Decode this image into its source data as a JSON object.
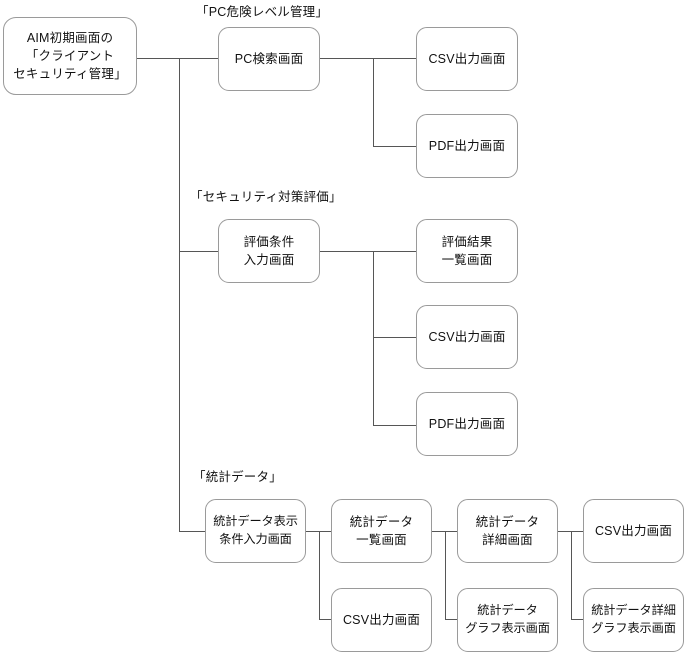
{
  "diagram": {
    "title": "AIM screen transition diagram",
    "line_color": "#565656",
    "box_border_color": "#9a9a9a",
    "background": "#ffffff",
    "root": {
      "label": "AIM初期画面の\n「クライアント\nセキュリティ管理」"
    },
    "sections": [
      {
        "caption": "「PC危険レベル管理」",
        "parent": {
          "label": "PC検索画面"
        },
        "children": [
          {
            "label": "CSV出力画面"
          },
          {
            "label": "PDF出力画面"
          }
        ]
      },
      {
        "caption": "「セキュリティ対策評価」",
        "parent": {
          "label": "評価条件\n入力画面"
        },
        "children": [
          {
            "label": "評価結果\n一覧画面"
          },
          {
            "label": "CSV出力画面"
          },
          {
            "label": "PDF出力画面"
          }
        ]
      },
      {
        "caption": "「統計データ」",
        "parent": {
          "label": "統計データ表示\n条件入力画面"
        },
        "children": [
          {
            "label": "統計データ\n一覧画面"
          },
          {
            "label": "CSV出力画面"
          },
          {
            "label": "統計データ\n詳細画面"
          },
          {
            "label": "統計データ\nグラフ表示画面"
          },
          {
            "label": "CSV出力画面"
          },
          {
            "label": "統計データ詳細\nグラフ表示画面"
          }
        ]
      }
    ]
  }
}
